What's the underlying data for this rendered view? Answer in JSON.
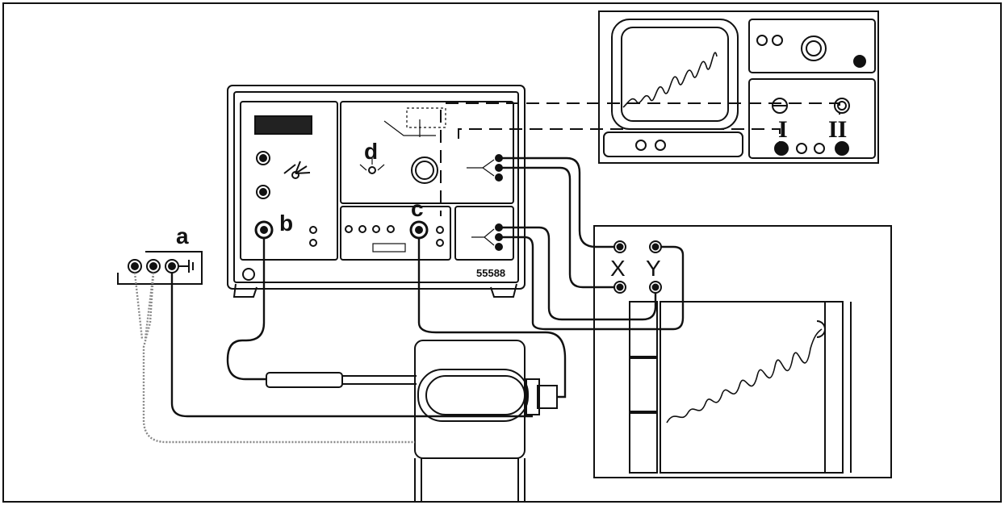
{
  "labels": {
    "power_supply": "a",
    "input_socket": "b",
    "output_socket": "c",
    "mode_switch": "d",
    "recorder_x": "X",
    "recorder_y": "Y",
    "scope_channel_1": "I",
    "scope_channel_2": "II",
    "device_number": "55588"
  },
  "colors": {
    "line": "#111111",
    "background": "#ffffff",
    "dotted_wire": "#888888"
  }
}
